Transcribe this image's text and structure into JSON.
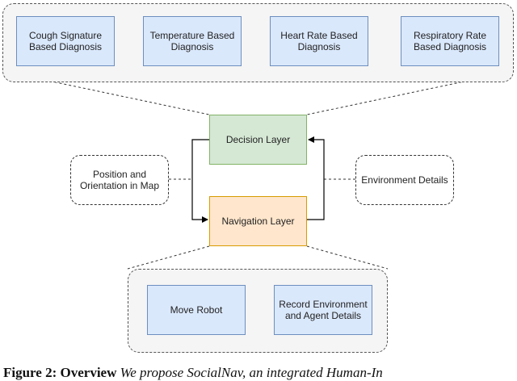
{
  "diagnosis_modules": [
    {
      "label": "Cough Signature\nBased Diagnosis"
    },
    {
      "label": "Temperature Based\nDiagnosis"
    },
    {
      "label": "Heart Rate Based\nDiagnosis"
    },
    {
      "label": "Respiratory Rate\nBased Diagnosis"
    }
  ],
  "decision_layer": {
    "label": "Decision Layer"
  },
  "navigation_layer": {
    "label": "Navigation Layer"
  },
  "position_input": {
    "label": "Position and\nOrientation in Map"
  },
  "environment_input": {
    "label": "Environment Details"
  },
  "navigation_modules": [
    {
      "label": "Move Robot"
    },
    {
      "label": "Record Environment\nand Agent Details"
    }
  ],
  "caption": {
    "figure_label": "Figure 2:",
    "bold_text": "Overview",
    "rest_text": " We propose SocialNav, an integrated Human-In"
  },
  "colors": {
    "module_fill": "#dae8fc",
    "decision_fill": "#d5e8d4",
    "navigation_fill": "#ffe6cc",
    "group_fill": "#f5f5f5"
  }
}
